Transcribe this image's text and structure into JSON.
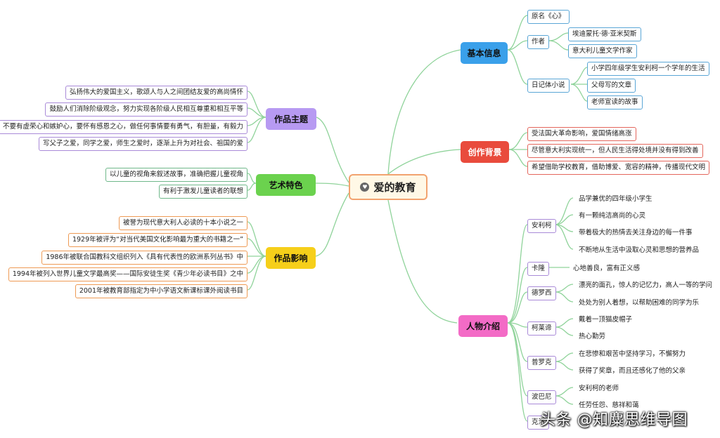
{
  "center": {
    "title": "爱的教育",
    "icon": "heart-icon"
  },
  "right": {
    "basic": {
      "label": "基本信息",
      "original": "原名《心》",
      "author": {
        "label": "作者",
        "items": [
          "埃迪蒙托·德·亚米契斯",
          "意大利儿童文学作家"
        ]
      },
      "diary": {
        "label": "日记体小说",
        "items": [
          "小学四年级学生安利柯一个学年的生活",
          "父母写的文章",
          "老师宣读的故事"
        ]
      }
    },
    "background": {
      "label": "创作背景",
      "items": [
        "受法国大革命影响，爱国情绪高涨",
        "尽管意大利实现统一，但人民生活得处境并没有得到改善",
        "希望借助学校教育，借助博爱、宽容的精神，传播现代文明"
      ]
    },
    "characters": {
      "label": "人物介绍",
      "people": [
        {
          "name": "安利柯",
          "traits": [
            "品学兼优的四年级小学生",
            "有一颗纯洁高尚的心灵",
            "带着极大的热情去关注身边的每一件事",
            "不断地从生活中汲取心灵和思想的营养品"
          ]
        },
        {
          "name": "卡隆",
          "traits": [
            "心地善良，富有正义感"
          ]
        },
        {
          "name": "德罗西",
          "traits": [
            "漂亮的面孔，惊人的记忆力，高人一等的学问",
            "处处为别人着想，以帮助困难的同学为乐"
          ]
        },
        {
          "name": "柯莱谛",
          "traits": [
            "戴着一顶猫皮帽子",
            "热心勤劳"
          ]
        },
        {
          "name": "普罗克",
          "traits": [
            "在悲惨和艰苦中坚持学习，不懈努力",
            "获得了奖章，而且还感化了他的父亲"
          ]
        },
        {
          "name": "波巴尼",
          "traits": [
            "安利柯的老师",
            "任劳任怨、慈祥和蔼"
          ]
        },
        {
          "name": "克洛",
          "traits": []
        }
      ]
    }
  },
  "left": {
    "theme": {
      "label": "作品主题",
      "items": [
        "弘扬伟大的爱国主义，歌颂人与人之间团结友爱的高尚情怀",
        "鼓励人们消除阶级观念，努力实现各阶级人民相互尊重和相互平等",
        "不要有虚荣心和嫉妒心，要怀有感恩之心，做任何事情要有勇气，有胆量，有毅力",
        "写父子之爱，同学之爱，师生之爱时，逐渐上升为对社会、祖国的爱"
      ]
    },
    "art": {
      "label": "艺术特色",
      "items": [
        "以儿童的视角来叙述故事，准确把握儿童视角",
        "有利于激发儿童读者的联想"
      ]
    },
    "impact": {
      "label": "作品影响",
      "items": [
        "被誉为现代意大利人必读的十本小说之一",
        "1929年被评为“对当代美国文化影响最为重大的书籍之一”",
        "1986年被联合国教科文组织列入《具有代表性的欧洲系列丛书》中",
        "1994年被列入世界儿童文学最高奖——国际安徒生奖《青少年必读书目》之中",
        "2001年被教育部指定为中小学语文新课标课外阅读书目"
      ]
    }
  },
  "watermark": "头条 @知麋思维导图",
  "colors": {
    "green": "#7fcf8a",
    "blue_header": "#3aa0ea",
    "red_header": "#e94b3c",
    "pink_header": "#f36bc6",
    "violet_header": "#b79af2",
    "lime_header": "#6bd24e",
    "yellow_header": "#f6cf1a"
  }
}
